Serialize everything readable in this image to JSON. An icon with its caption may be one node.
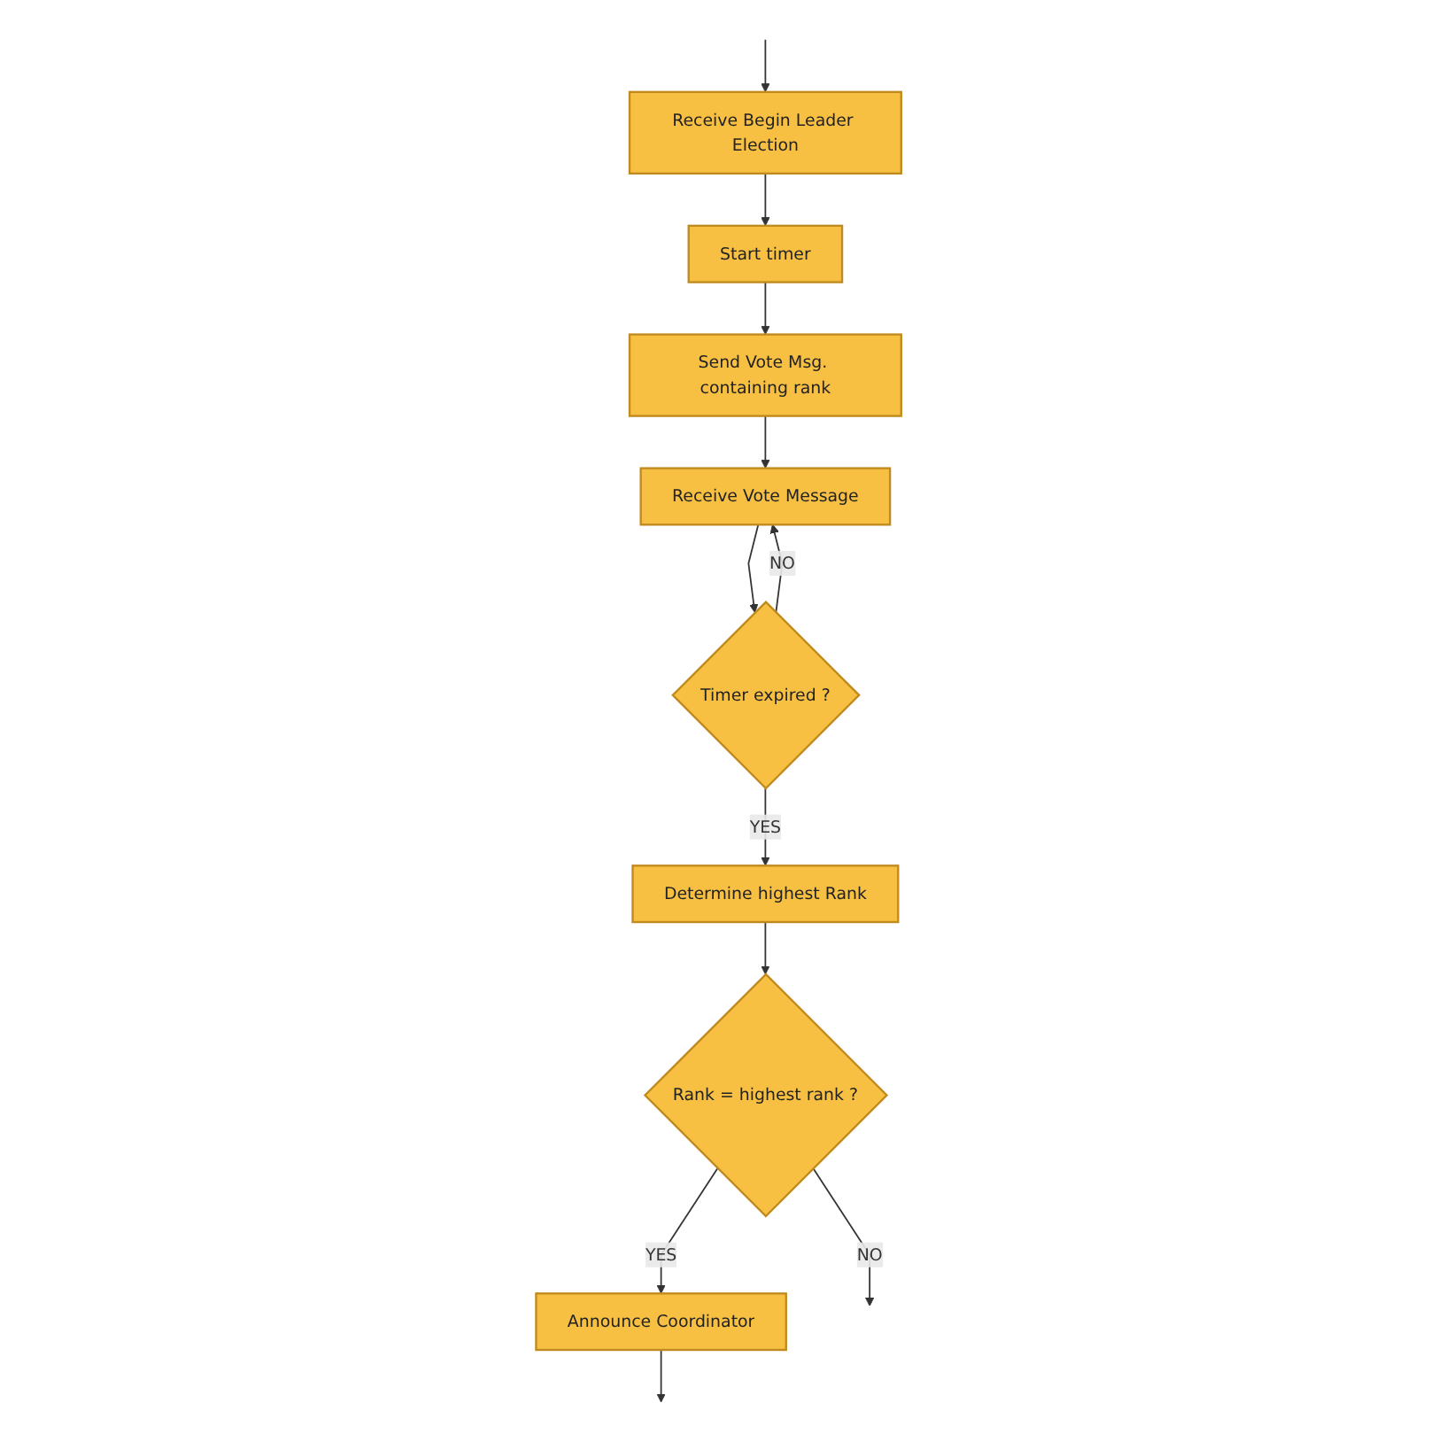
{
  "diagram": {
    "nodes": [
      {
        "text": [
          "Receive Begin Leader Election"
        ]
      },
      {
        "text": [
          "Start timer"
        ]
      },
      {
        "text": [
          "Send Vote Msg. containing rank"
        ]
      },
      {
        "text": [
          "Receive Vote Message"
        ]
      },
      {
        "text": [
          "Timer expired ?"
        ]
      },
      {
        "text": [
          "Determine highest Rank"
        ]
      },
      {
        "text": [
          "Rank = highest rank ?"
        ]
      },
      {
        "text": [
          "Announce Coordinator"
        ]
      }
    ],
    "edges": [
      {
        "from": null,
        "to": 0,
        "arrow": "to"
      },
      {
        "from": 0,
        "to": 1,
        "arrow": "to"
      },
      {
        "from": 1,
        "to": 2,
        "arrow": "to"
      },
      {
        "from": 2,
        "to": 3,
        "arrow": "to"
      },
      {
        "from": 4,
        "to": 3,
        "label": "NO",
        "arrow": "to"
      },
      {
        "from": 3,
        "to": 4,
        "arrow": "to"
      },
      {
        "from": 4,
        "to": 5,
        "label": "YES",
        "arrow": "to"
      },
      {
        "from": 5,
        "to": 6,
        "arrow": "to"
      },
      {
        "from": 6,
        "to": 7,
        "label": "YES",
        "arrow": "to"
      },
      {
        "from": 6,
        "to": null,
        "label": "NO",
        "arrow": "to"
      },
      {
        "from": 7,
        "to": null,
        "arrow": "to"
      }
    ]
  }
}
